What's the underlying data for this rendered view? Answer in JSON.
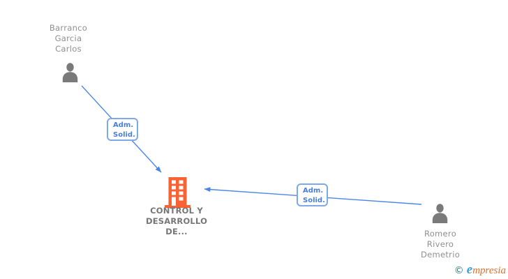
{
  "diagram": {
    "persons": [
      {
        "id": "barranco",
        "name_lines": [
          "Barranco",
          "Garcia",
          "Carlos"
        ]
      },
      {
        "id": "romero",
        "name_lines": [
          "Romero",
          "Rivero",
          "Demetrio"
        ]
      }
    ],
    "company": {
      "name_lines": [
        "CONTROL Y",
        "DESARROLLO",
        "DE..."
      ]
    },
    "edges": [
      {
        "from": "barranco",
        "to": "company",
        "label_lines": [
          "Adm.",
          "Solid."
        ]
      },
      {
        "from": "romero",
        "to": "company",
        "label_lines": [
          "Adm.",
          "Solid."
        ]
      }
    ]
  },
  "footer": {
    "copyright_symbol": "©",
    "brand_initial": "e",
    "brand_rest": "mpresia"
  },
  "icons": {
    "person": "person-silhouette-icon",
    "company": "office-building-icon"
  },
  "colors": {
    "edge_blue": "#4a86e8",
    "edge_label_text": "#4a7fd9",
    "edge_label_border": "#7fa8e8",
    "person_gray": "#7a7a7a",
    "name_text_gray": "#8f8f8f",
    "company_text_gray": "#767676",
    "building_orange": "#f96232",
    "logo_teal": "#1d7f8d",
    "logo_blue": "#39a3d8",
    "logo_orange": "#e0702f",
    "background": "#ffffff"
  }
}
